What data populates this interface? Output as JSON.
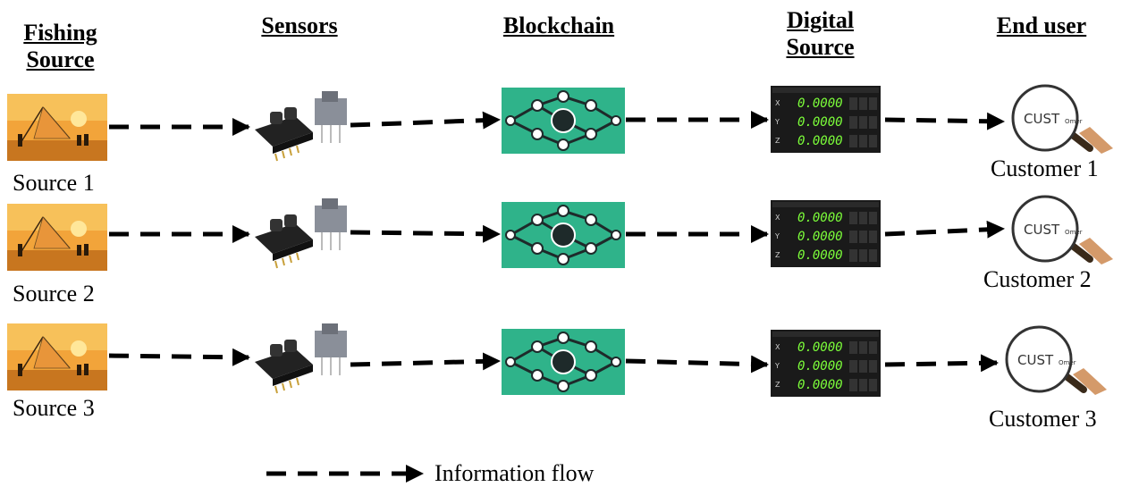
{
  "headers": {
    "fishing_source": [
      "Fishing",
      "Source"
    ],
    "sensors": "Sensors",
    "blockchain": "Blockchain",
    "digital_source": [
      "Digital",
      "Source"
    ],
    "end_user": "End user"
  },
  "rows": [
    {
      "source": "Source 1",
      "customer": "Customer 1",
      "readings": [
        "0.0000",
        "0.0000",
        "0.0000"
      ],
      "axes": [
        "X",
        "Y",
        "Z"
      ]
    },
    {
      "source": "Source 2",
      "customer": "Customer 2",
      "readings": [
        "0.0000",
        "0.0000",
        "0.0000"
      ],
      "axes": [
        "X",
        "Y",
        "Z"
      ]
    },
    {
      "source": "Source 3",
      "customer": "Customer 3",
      "readings": [
        "0.0000",
        "0.0000",
        "0.0000"
      ],
      "axes": [
        "X",
        "Y",
        "Z"
      ]
    }
  ],
  "lens_text": {
    "main": "CUST",
    "small": "Omer"
  },
  "legend": {
    "label": "Information flow"
  },
  "colors": {
    "sky": "#f2a43a",
    "chain_bg": "#2fb38a",
    "display_bg": "#1a1a1a",
    "digits": "#7cff3a"
  }
}
